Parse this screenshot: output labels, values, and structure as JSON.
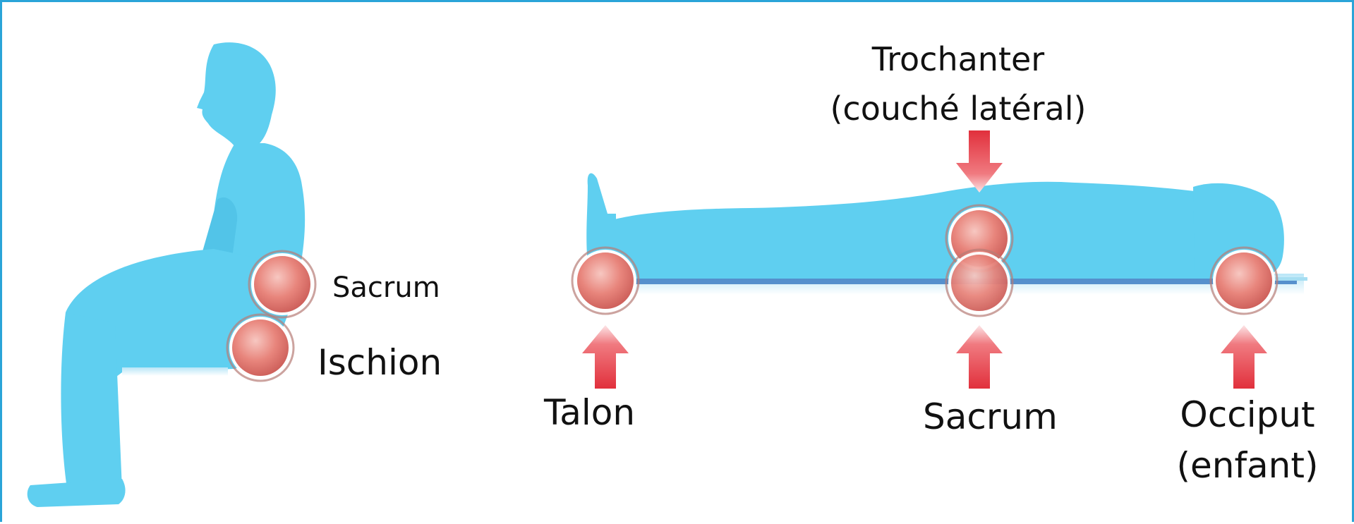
{
  "colors": {
    "silhouette": "#5fcff0",
    "surface_line": "#3f7fc4",
    "pressure_point": "#e07a74",
    "arrow": "#e1303c",
    "frame": "#2aa4d8"
  },
  "labels": {
    "sitting_sacrum": "Sacrum",
    "ischion": "Ischion",
    "trochanter_line1": "Trochanter",
    "trochanter_line2": "(couché latéral)",
    "talon": "Talon",
    "lying_sacrum": "Sacrum",
    "occiput_line1": "Occiput",
    "occiput_line2": "(enfant)"
  },
  "icons": {
    "seated": "seated-person-silhouette-icon",
    "lying": "lying-person-silhouette-icon",
    "pressure": "pressure-point-icon",
    "arrow": "pressure-arrow-icon"
  }
}
